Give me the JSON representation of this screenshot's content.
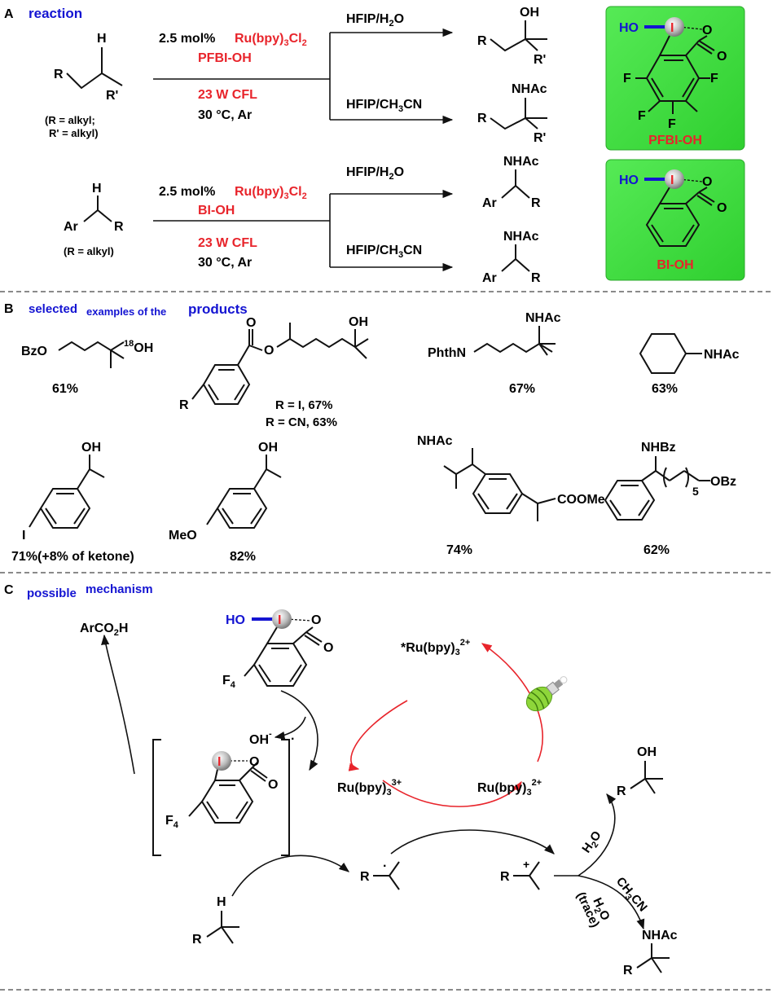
{
  "colors": {
    "red": "#e8242b",
    "blue": "#1414d2",
    "green": "#3ad63a",
    "black": "#111111"
  },
  "sectionA": {
    "letter": "A",
    "title": "reaction",
    "row1": {
      "cat_prefix": "2.5 mol% ",
      "cat": "Ru(bpy)3Cl2",
      "oxidant": "PFBI-OH",
      "light": "23 W CFL",
      "cond": "30 °C, Ar",
      "top_solvent": "HFIP/H2O",
      "bottom_solvent": "HFIP/CH3CN",
      "sub_H": "H",
      "sub_R": "R",
      "sub_Rp": "R'",
      "note1": "(R = alkyl;",
      "note2": "R' = alkyl)",
      "prod1_OH": "OH",
      "prod1_R": "R",
      "prod1_Rp": "R'",
      "prod2_NHAc": "NHAc",
      "prod2_R": "R",
      "prod2_Rp": "R'"
    },
    "row2": {
      "cat_prefix": "2.5 mol% ",
      "cat": "Ru(bpy)3Cl2",
      "oxidant": "BI-OH",
      "light": "23 W CFL",
      "cond": "30 °C, Ar",
      "top_solvent": "HFIP/H2O",
      "bottom_solvent": "HFIP/CH3CN",
      "sub_H": "H",
      "sub_Ar": "Ar",
      "sub_R": "R",
      "note": "(R = alkyl)",
      "prod1_NHAc": "NHAc",
      "prod1_Ar": "Ar",
      "prod1_R": "R",
      "prod2_NHAc": "NHAc",
      "prod2_Ar": "Ar",
      "prod2_R": "R"
    },
    "box1": {
      "HO": "HO",
      "I": "I",
      "O": "O",
      "F": "F",
      "label": "PFBI-OH"
    },
    "box2": {
      "HO": "HO",
      "I": "I",
      "O": "O",
      "label": "BI-OH"
    }
  },
  "sectionB": {
    "letter": "B",
    "title_words": [
      "selected",
      "examples of the",
      "products"
    ],
    "c1": {
      "BzO": "BzO",
      "OH": "18OH",
      "yield": "61%"
    },
    "c2": {
      "O": "O",
      "O2": "O",
      "OH": "OH",
      "R": "R",
      "y1": "R = I, 67%",
      "y2": "R = CN, 63%"
    },
    "c3": {
      "NHAc": "NHAc",
      "PhthN": "PhthN",
      "yield": "67%"
    },
    "c4": {
      "NHAc": "NHAc",
      "yield": "63%"
    },
    "c5": {
      "OH": "OH",
      "I": "I",
      "yield": "71%(+8% of ketone)"
    },
    "c6": {
      "OH": "OH",
      "MeO": "MeO",
      "yield": "82%"
    },
    "c7": {
      "NHAc": "NHAc",
      "COOMe": "COOMe",
      "yield": "74%"
    },
    "c8": {
      "NHBz": "NHBz",
      "sub5": "5",
      "OBz": "OBz",
      "yield": "62%"
    }
  },
  "sectionC": {
    "letter": "C",
    "title_words": [
      "possible",
      "mechanism"
    ],
    "reagent": {
      "HO": "HO",
      "I": "I",
      "O": "O",
      "F4": "F4"
    },
    "radical": {
      "I": "I",
      "O": "O",
      "F4": "F4",
      "dot": "·"
    },
    "arco2h": "ArCO2H",
    "oh": "OH-",
    "ru_excited": "*Ru(bpy)32+",
    "ru3": "Ru(bpy)33+",
    "ru2": "Ru(bpy)32+",
    "sub": {
      "H": "H",
      "R": "R"
    },
    "rad_R": "R",
    "rad_dot": "·",
    "cat_R": "R",
    "cat_plus": "+",
    "water": "H2O",
    "mecn": "CH3CN",
    "water2": "H2O",
    "trace": "(trace)",
    "p_OH": "OH",
    "p_R": "R",
    "p_NHAc": "NHAc",
    "p_R2": "R"
  }
}
